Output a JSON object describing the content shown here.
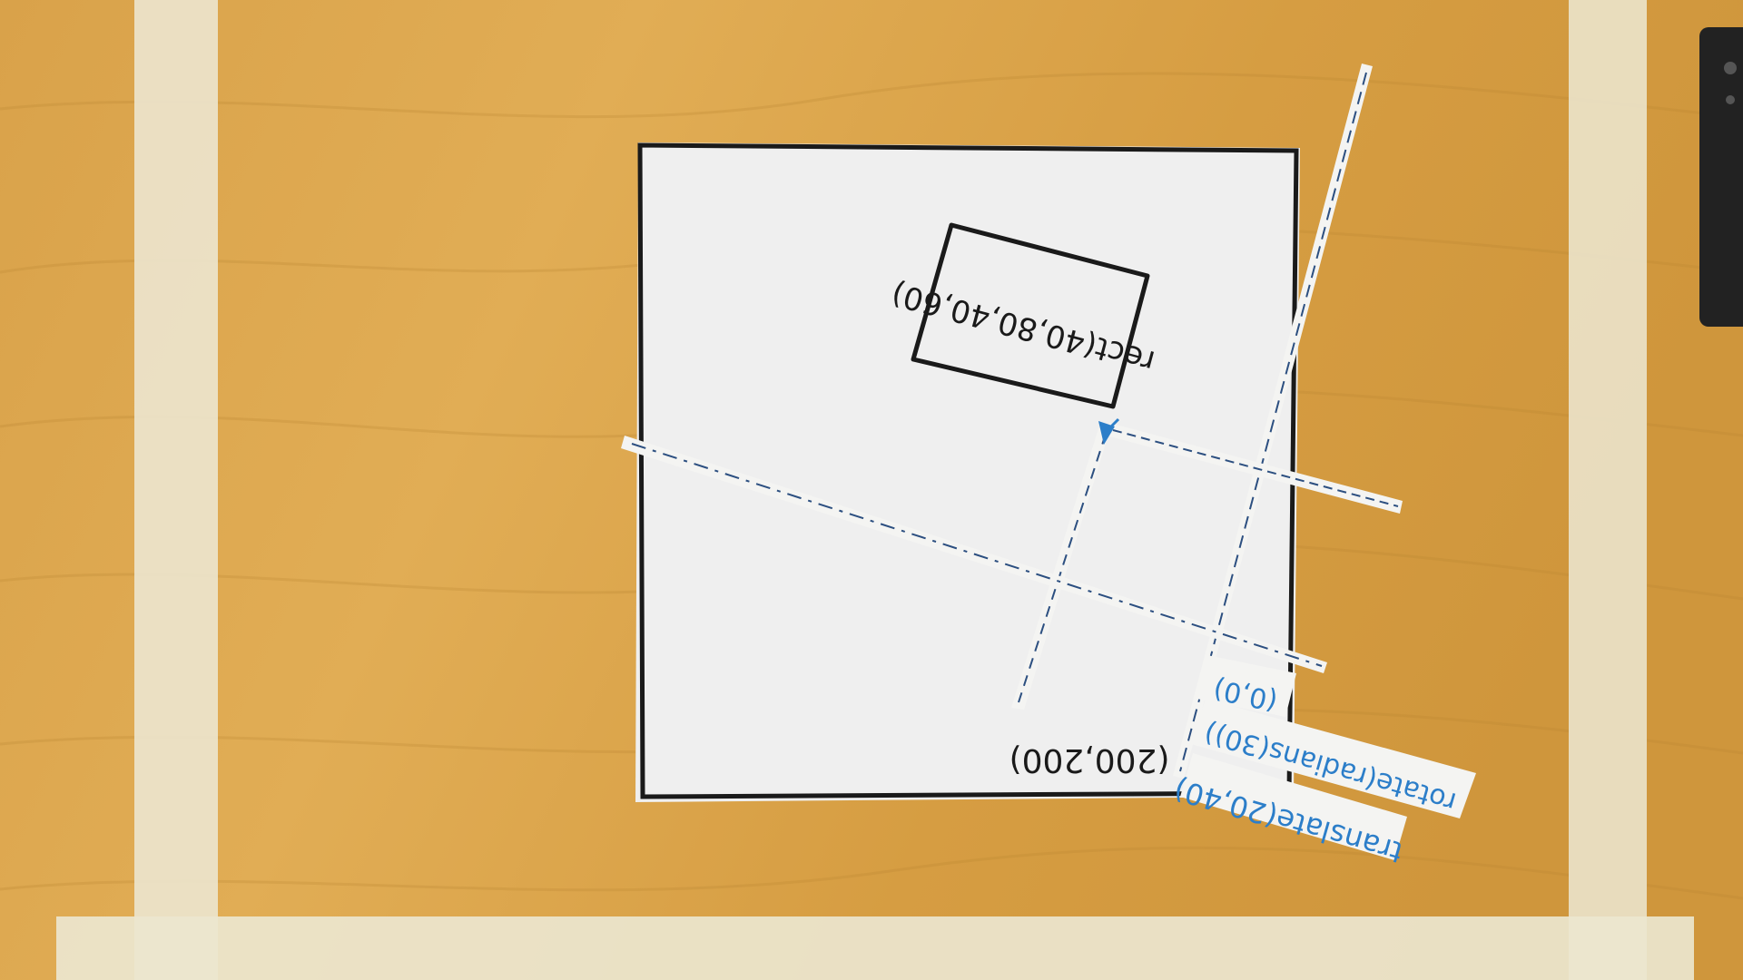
{
  "photo": {
    "colors": {
      "wood_light": "#dba84c",
      "wood_dark": "#b9862f",
      "tape": "#ece6cf",
      "paper": "#efefef",
      "ink": "#1a1a1a",
      "blue_ink": "#2c7ec9",
      "device": "#222222"
    },
    "sheet": {
      "rect_label": "rect(40,80,40,60)",
      "corner_label": "(200,200)"
    },
    "strips": {
      "origin_label": "(0,0)",
      "rotate_label": "rotate(radians(30))",
      "translate_label": "translate(20,40)"
    },
    "icons": [
      "arrow-icon"
    ]
  }
}
